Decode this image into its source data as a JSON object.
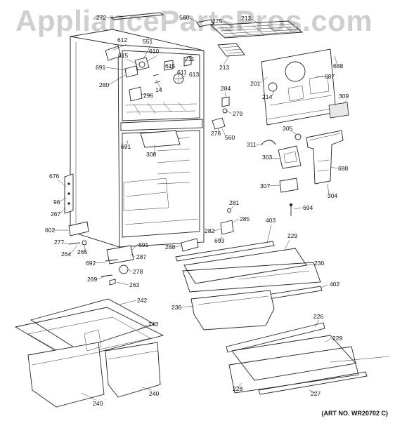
{
  "watermark": "AppliancePartsPros.com",
  "art_number": "(ART NO. WR20702 C)",
  "part_labels": [
    "272",
    "560",
    "275",
    "212",
    "612",
    "551",
    "610",
    "615",
    "691",
    "211",
    "615",
    "611",
    "613",
    "280",
    "296",
    "14",
    "213",
    "201",
    "687",
    "688",
    "214",
    "284",
    "279",
    "309",
    "276",
    "560",
    "305",
    "311",
    "303",
    "691",
    "308",
    "688",
    "676",
    "96",
    "267",
    "307",
    "304",
    "694",
    "281",
    "285",
    "282",
    "693",
    "403",
    "229",
    "602",
    "277",
    "691",
    "264",
    "265",
    "287",
    "288",
    "692",
    "230",
    "269",
    "278",
    "402",
    "263",
    "236",
    "242",
    "243",
    "226",
    "229",
    "240",
    "240",
    "228",
    "227"
  ]
}
